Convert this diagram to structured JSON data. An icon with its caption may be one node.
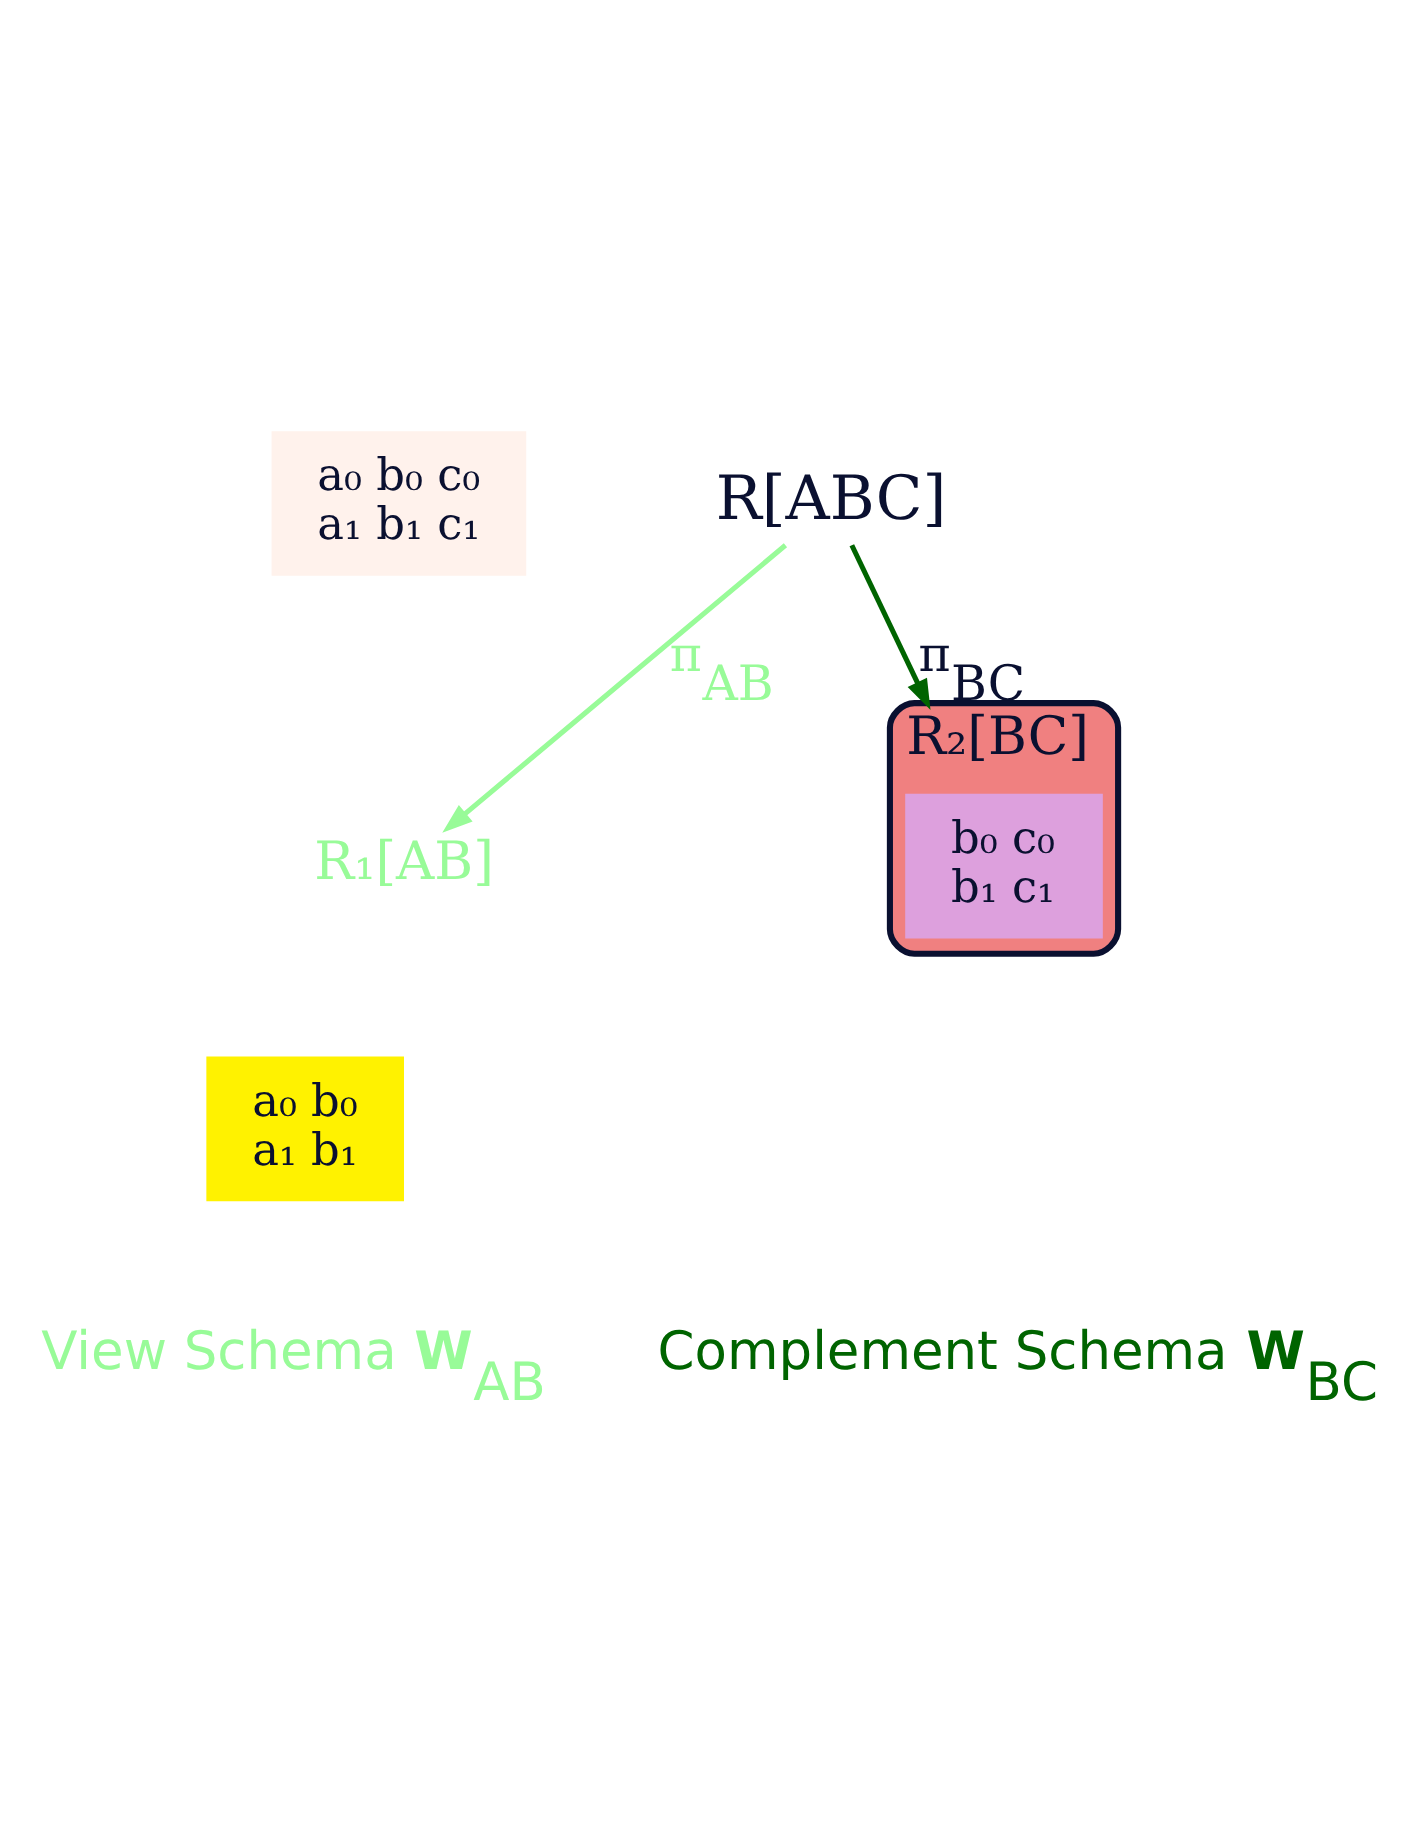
{
  "diagram": {
    "nodes": [
      {
        "text": [
          "R[ABC]"
        ]
      },
      {
        "text": [
          "a₀ b₀ c₀",
          "a₁ b₁ c₁"
        ]
      },
      {
        "text": [
          "R₁[AB]"
        ]
      },
      {
        "text": [
          "a₀ b₀",
          "a₁ b₁"
        ]
      },
      {
        "text": [
          "R₂[BC]"
        ]
      },
      {
        "text": [
          "b₀ c₀",
          "b₁ c₁"
        ],
        "in": 4
      }
    ],
    "edges": [
      {
        "from": 0,
        "to": 2,
        "arrow": "to",
        "label": "π$_{AB}$",
        "color": "#98fb98"
      },
      {
        "from": 0,
        "to": 4,
        "arrow": "to",
        "label": "π$_{BC}$",
        "color": "#006400"
      }
    ],
    "labels": [
      "View Schema **W**$_{AB}$",
      "Complement Schema **W**$_{BC}$"
    ]
  }
}
